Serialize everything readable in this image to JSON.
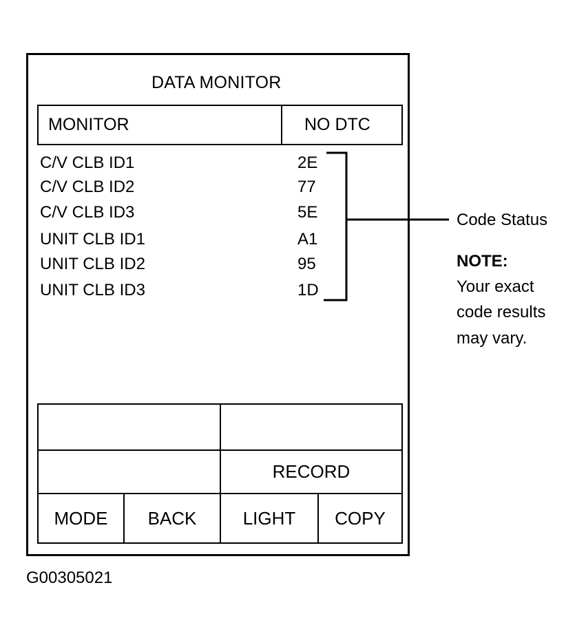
{
  "screen": {
    "title": "DATA MONITOR",
    "header": {
      "left": "MONITOR",
      "right": "NO DTC"
    },
    "rows": [
      {
        "label": "C/V CLB ID1",
        "value": "2E"
      },
      {
        "label": "C/V CLB ID2",
        "value": "77"
      },
      {
        "label": "C/V CLB ID3",
        "value": "5E"
      },
      {
        "label": "UNIT CLB ID1",
        "value": "A1"
      },
      {
        "label": "UNIT CLB ID2",
        "value": "95"
      },
      {
        "label": "UNIT CLB ID3",
        "value": "1D"
      }
    ],
    "buttons": {
      "top_left": "",
      "top_right": "",
      "record": "RECORD",
      "middle_left": "",
      "mode": "MODE",
      "back": "BACK",
      "light": "LIGHT",
      "copy": "COPY"
    }
  },
  "callout": {
    "label": "Code Status"
  },
  "note": {
    "title": "NOTE:",
    "lines": [
      "Your exact",
      "code results",
      "may vary."
    ]
  },
  "figure_id": "G00305021"
}
